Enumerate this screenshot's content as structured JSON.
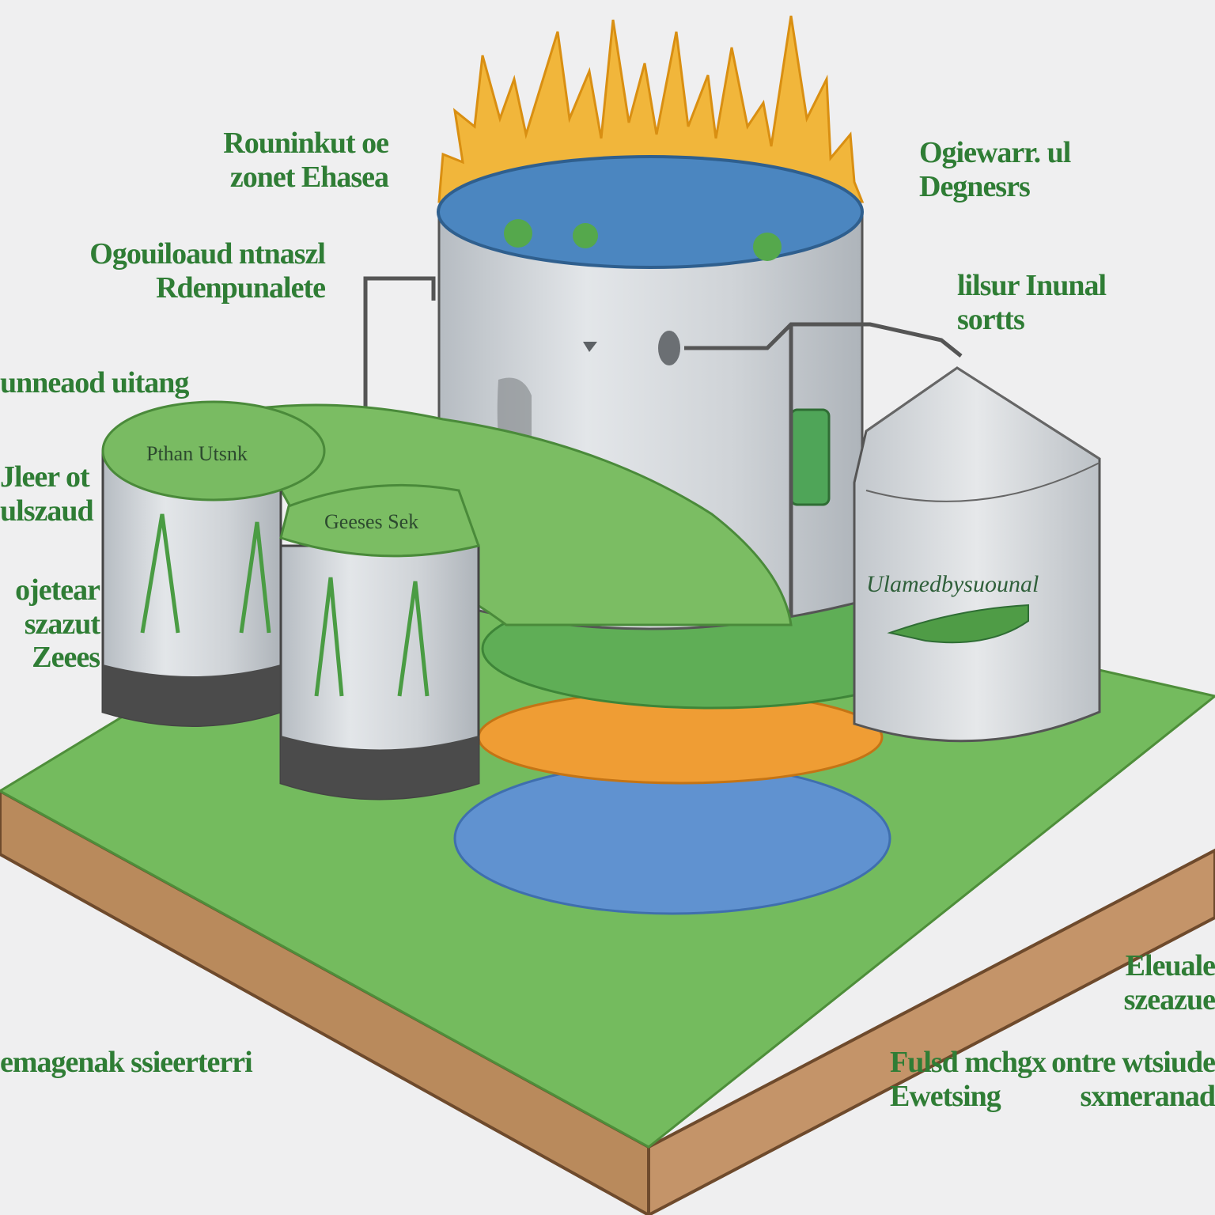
{
  "labels": {
    "top_left": [
      "Rouninkut oe",
      "zonet Ehasea"
    ],
    "upper_left": [
      "Ogouiloaud ntnaszl",
      "Rdenpunalete"
    ],
    "mid_left": [
      "unneaod uitang"
    ],
    "left_a": [
      "Jleer ot",
      "ulszaud"
    ],
    "left_b": [
      "ojetear",
      "szazut",
      "Zeees"
    ],
    "top_right": [
      "Ogiewarr. ul",
      "Degnesrs"
    ],
    "upper_right": [
      "lilsur Inunal",
      "sortts"
    ],
    "right_low": [
      "Eleuale",
      "szeazue"
    ],
    "bottom_left": [
      "emagenak ssieerterri"
    ],
    "bottom_right_a": [
      "Fulsd mchgx",
      "Ewetsing"
    ],
    "bottom_right_b": [
      "ontre wtsiude",
      "sxmeranad"
    ]
  },
  "tank_labels": {
    "left_tank_lid": "Pthan Utsnk",
    "grass_mound": "Geeses Sek",
    "right_tank": "Ulamedbysuounal"
  },
  "colors": {
    "label_green": "#2f7d35",
    "grass": "#6fb95a",
    "tank_gray": "#c9cdd1",
    "water_blue": "#5e8fcf",
    "orange": "#ef9b31",
    "flame": "#f0b53a",
    "soil": "#b8895b"
  }
}
